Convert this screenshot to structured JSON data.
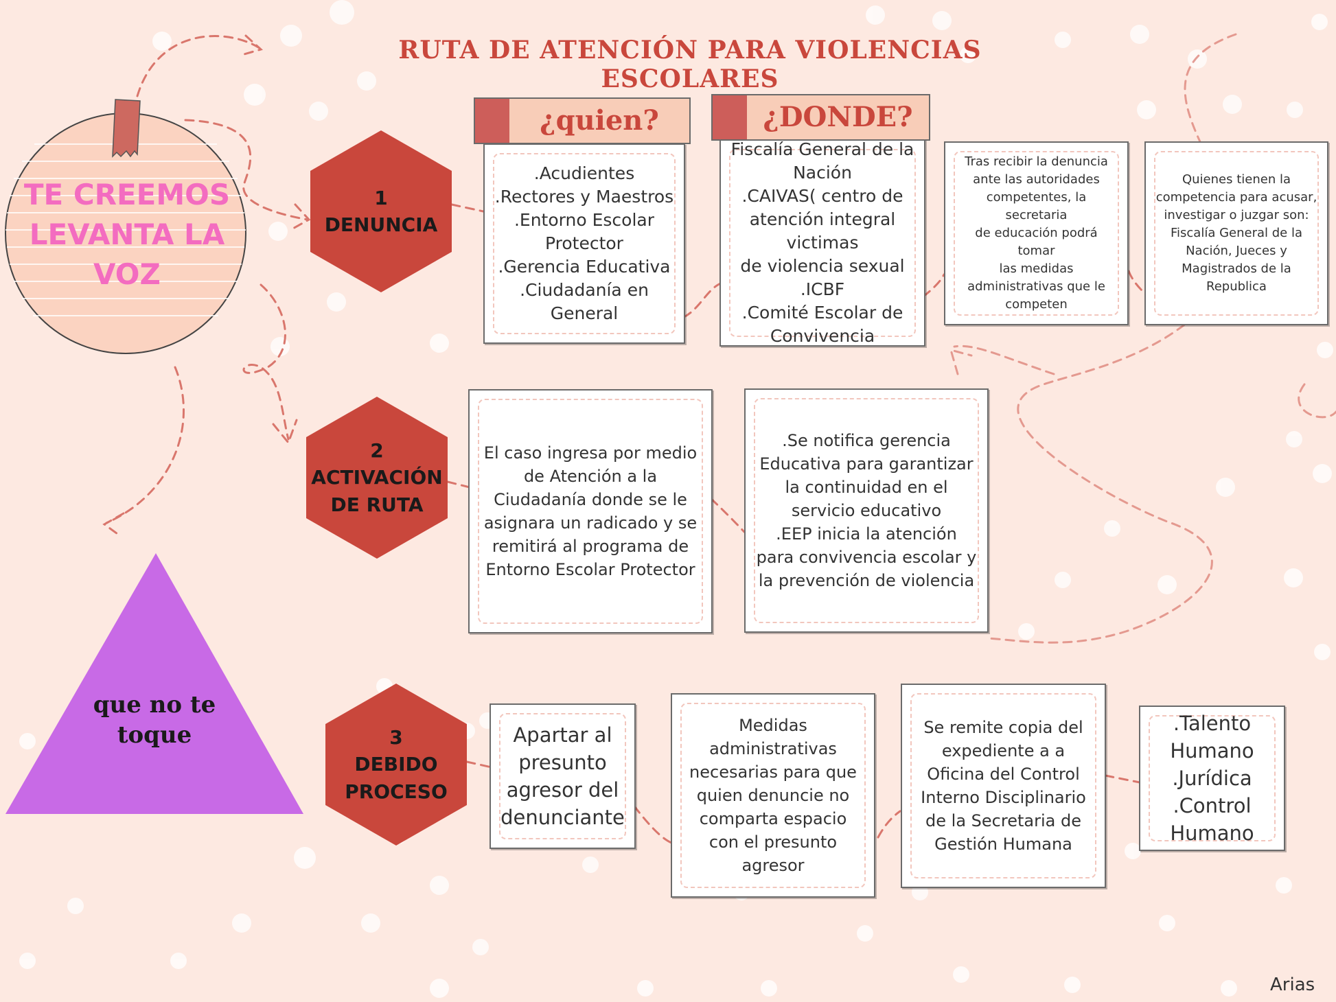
{
  "title": "RUTA DE ATENCIÓN PARA VIOLENCIAS ESCOLARES",
  "circle": {
    "text": "TE CREEMOS\nLEVANTA LA\nVOZ"
  },
  "triangle": {
    "text": "que no te\ntoque"
  },
  "headers": {
    "quien": "¿quien?",
    "donde": "¿DONDE?"
  },
  "steps": [
    {
      "number": "1",
      "label": "DENUNCIA"
    },
    {
      "number": "2",
      "label": "ACTIVACIÓN\nDE RUTA"
    },
    {
      "number": "3",
      "label": "DEBIDO\nPROCESO"
    }
  ],
  "row1": [
    ".Acudientes\n.Rectores y Maestros\n.Entorno Escolar\nProtector\n.Gerencia Educativa\n.Ciudadanía en\nGeneral",
    "Fiscalía General de la\nNación\n.CAIVAS( centro de\natención integral victimas\nde violencia sexual\n.ICBF\n.Comité Escolar de\nConvivencia",
    "Tras recibir la denuncia\nante las autoridades\ncompetentes, la secretaria\nde educación podrá tomar\nlas medidas\nadministrativas que le\ncompeten",
    "Quienes tienen la\ncompetencia para acusar,\ninvestigar o juzgar son:\nFiscalía General de la\nNación, Jueces y\nMagistrados de la\nRepublica"
  ],
  "row2": [
    "El caso ingresa por medio\nde Atención a la\nCiudadanía donde se le\nasignara un radicado y se\nremitirá al programa de\nEntorno Escolar Protector",
    ".Se notifica gerencia\nEducativa para garantizar\nla continuidad en el\nservicio educativo\n.EEP inicia la atención\npara convivencia escolar y\nla prevención de violencia"
  ],
  "row3": [
    "Apartar al\npresunto\nagresor del\ndenunciante",
    "Medidas\nadministrativas\nnecesarias para que\nquien denuncie no\ncomparta espacio\ncon el presunto\nagresor",
    "Se remite copia del\nexpediente a a\nOficina del Control\nInterno Disciplinario\nde la Secretaria de\nGestión Humana",
    ".Talento\nHumano\n.Jurídica\n.Control\nHumano"
  ],
  "signature": "Arias",
  "colors": {
    "background": "#fde9e1",
    "accent": "#c9473c",
    "pink_text": "#f36cc0",
    "triangle": "#c86ae6",
    "circle": "#fbd3c1"
  }
}
